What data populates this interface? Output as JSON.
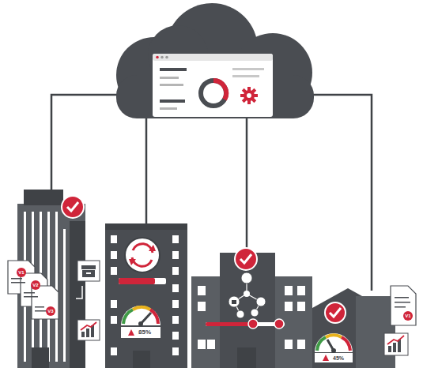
{
  "diagram": {
    "labels": [
      "V1",
      "V2",
      "V3",
      "85%",
      "45%",
      "V1"
    ]
  }
}
